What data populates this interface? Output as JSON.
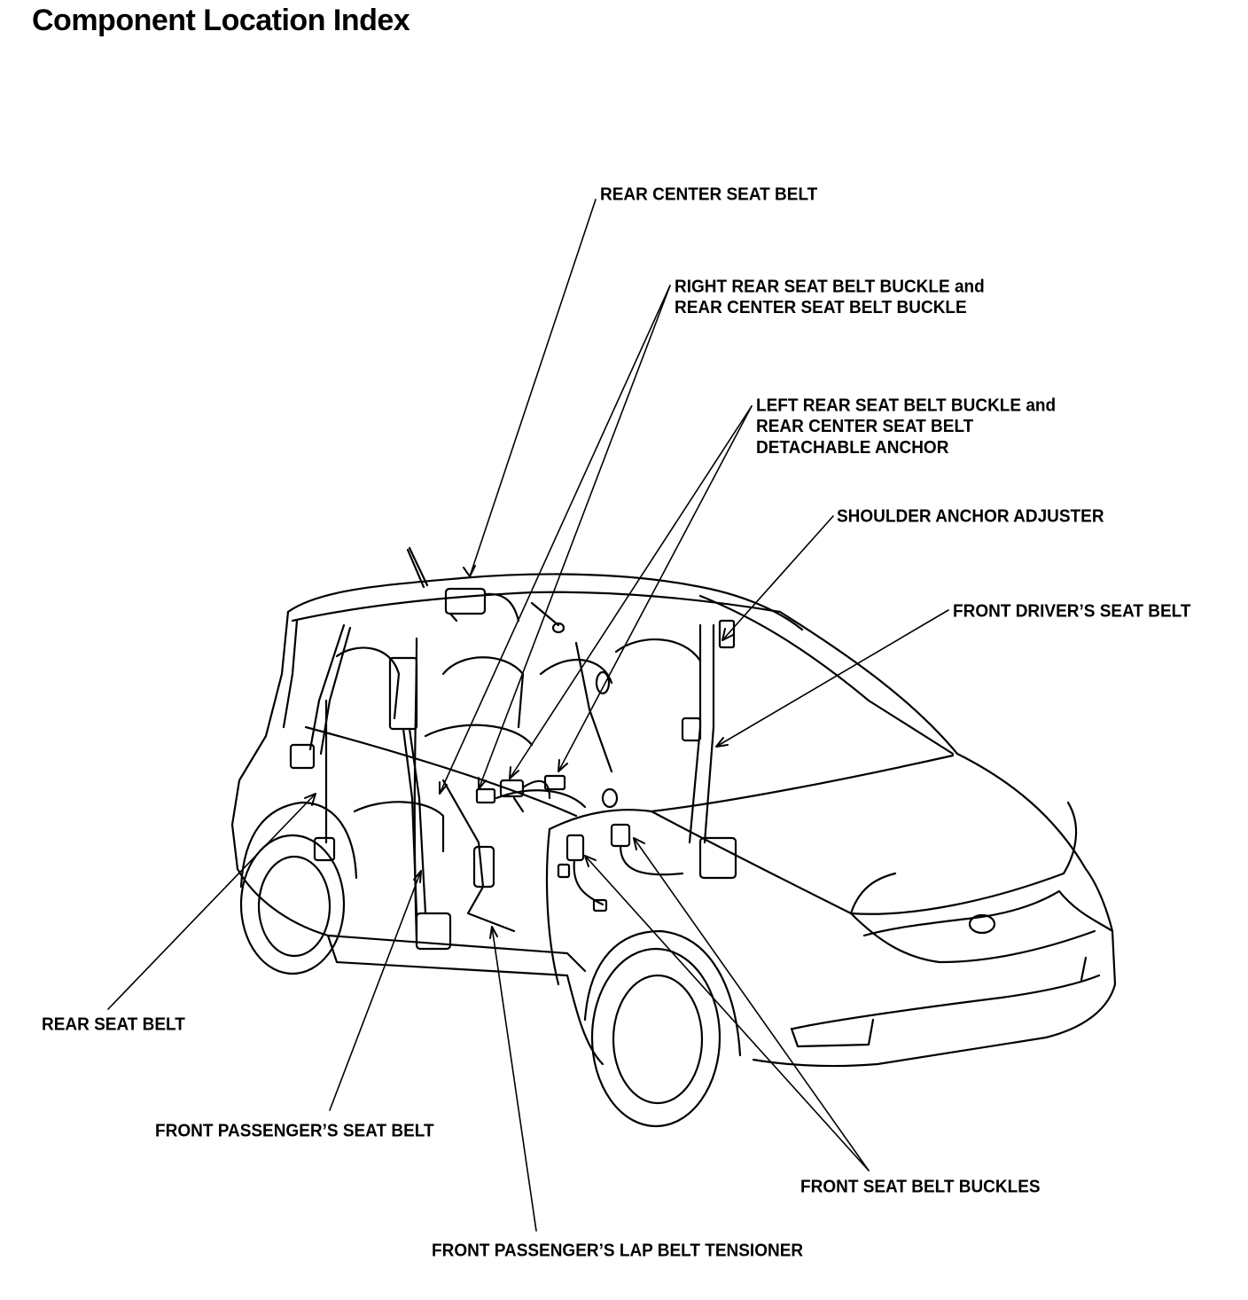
{
  "page": {
    "title": "Component Location Index"
  },
  "callouts": {
    "rear_center_seat_belt": {
      "line1": "REAR CENTER SEAT BELT"
    },
    "right_rear_buckle": {
      "line1": "RIGHT REAR SEAT BELT BUCKLE and",
      "line2": "REAR CENTER SEAT BELT BUCKLE"
    },
    "left_rear_buckle": {
      "line1": "LEFT REAR SEAT BELT BUCKLE and",
      "line2": "REAR CENTER SEAT BELT",
      "line3": "DETACHABLE ANCHOR"
    },
    "shoulder_anchor_adjuster": {
      "line1": "SHOULDER ANCHOR ADJUSTER"
    },
    "front_drivers_seat_belt": {
      "line1": "FRONT DRIVER’S SEAT BELT"
    },
    "rear_seat_belt": {
      "line1": "REAR SEAT BELT"
    },
    "front_passengers_seat_belt": {
      "line1": "FRONT PASSENGER’S SEAT BELT"
    },
    "front_seat_belt_buckles": {
      "line1": "FRONT SEAT BELT BUCKLES"
    },
    "front_passengers_lap_belt_tensioner": {
      "line1": "FRONT PASSENGER’S LAP BELT TENSIONER"
    }
  },
  "style": {
    "ink_color": "#000000",
    "paper_color": "#ffffff"
  }
}
